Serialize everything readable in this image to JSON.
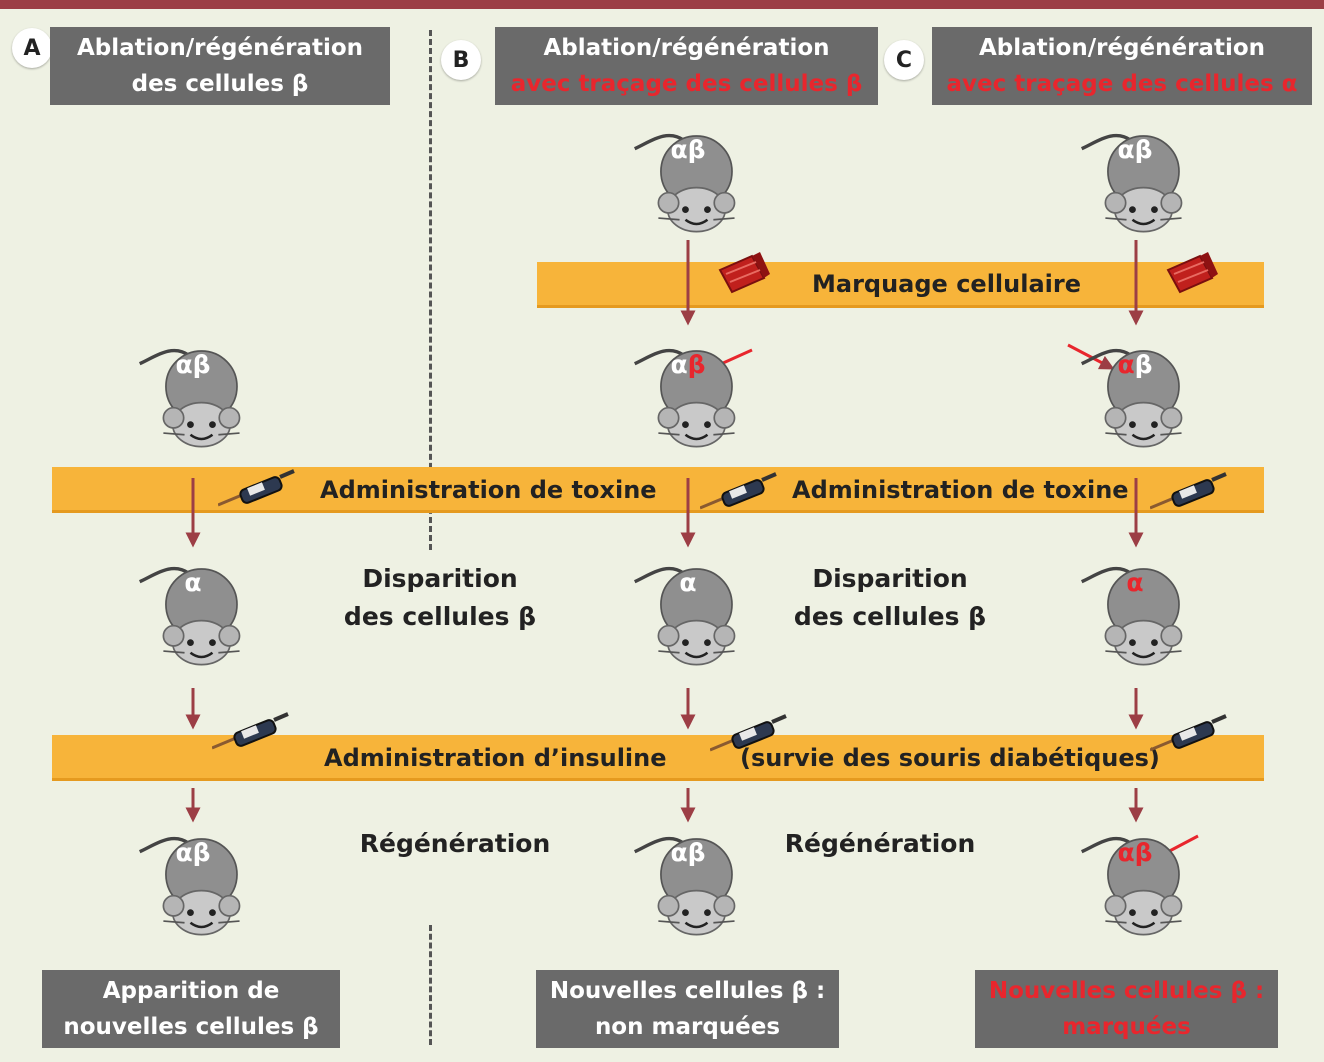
{
  "panels": {
    "a": {
      "letter": "A",
      "title_line1": "Ablation/régénération",
      "title_line2": "des cellules β",
      "bottom_line1": "Apparition de",
      "bottom_line2": "nouvelles cellules β"
    },
    "b": {
      "letter": "B",
      "title_line1": "Ablation/régénération",
      "title_line2": "avec traçage des cellules β",
      "bottom_line1": "Nouvelles cellules β :",
      "bottom_line2": "non marquées"
    },
    "c": {
      "letter": "C",
      "title_line1": "Ablation/régénération",
      "title_line2": "avec traçage des cellules α",
      "bottom_line1": "Nouvelles cellules β :",
      "bottom_line2": "marquées"
    }
  },
  "bands": {
    "marquage": "Marquage cellulaire",
    "toxine_1": "Administration de toxine",
    "toxine_2": "Administration de toxine",
    "insuline": "Administration d’insuline",
    "survie": "(survie des souris diabétiques)"
  },
  "steps": {
    "disparition_1_line1": "Disparition",
    "disparition_1_line2": "des cellules β",
    "disparition_2_line1": "Disparition",
    "disparition_2_line2": "des cellules β",
    "regeneration_1": "Régénération",
    "regeneration_2": "Régénération"
  },
  "mice": {
    "b_initial": "αβ",
    "c_initial": "αβ",
    "a_start": "αβ",
    "b_marked_alpha": "α",
    "b_marked_beta": "β",
    "c_marked_alpha": "α",
    "c_marked_beta": "β",
    "a_after_toxin": "α",
    "b_after_toxin": "α",
    "c_after_toxin": "α",
    "a_regen": "αβ",
    "b_regen": "αβ",
    "c_regen": "αβ"
  },
  "colors": {
    "header_bar": "#9c3e45",
    "background": "#eef1e3",
    "band": "#f7b43a",
    "box": "#6a6a6a",
    "mouse": "#8f8f8f",
    "marker_red": "#e8262d"
  }
}
